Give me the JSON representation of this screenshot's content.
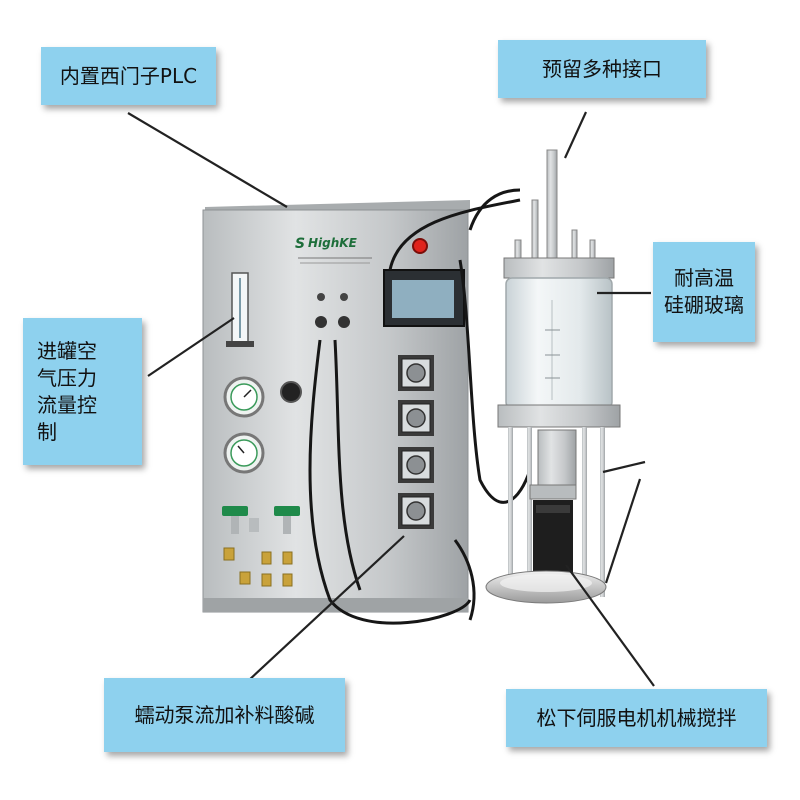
{
  "callouts": {
    "plc": "内置西门子PLC",
    "ports": "预留多种接口",
    "glass_line1": "耐高温",
    "glass_line2": "硅硼玻璃",
    "air_line1": "进罐空",
    "air_line2": "气压力",
    "air_line3": "流量控",
    "air_line4": "制",
    "pump": "蠕动泵流加补料酸碱",
    "motor": "松下伺服电机机械搅拌"
  },
  "device": {
    "brand": "HighKE"
  },
  "colors": {
    "callout_bg": "#8ed1ee",
    "panel_steel": "#cfd2d4",
    "glass": "#e8eef0",
    "indicator_red": "#e0231c",
    "valve_green": "#1f8a4a"
  }
}
